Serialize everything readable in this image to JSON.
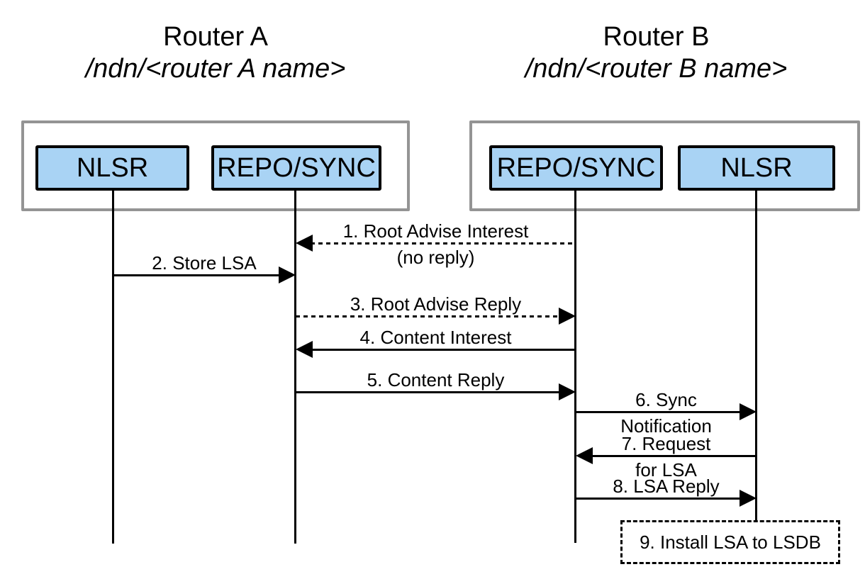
{
  "diagram": {
    "routers": [
      {
        "title": "Router A",
        "prefix": "/ndn/<router A name>",
        "components": [
          "NLSR",
          "REPO/SYNC"
        ]
      },
      {
        "title": "Router B",
        "prefix": "/ndn/<router B name>",
        "components": [
          "REPO/SYNC",
          "NLSR"
        ]
      }
    ],
    "messages": [
      {
        "label": "1. Root Advise Interest",
        "sublabel": "(no reply)",
        "from": "router-b-repo-sync",
        "to": "router-a-repo-sync",
        "line": "dashed",
        "direction": "left"
      },
      {
        "label": "2. Store LSA",
        "from": "router-a-nlsr",
        "to": "router-a-repo-sync",
        "line": "solid",
        "direction": "right"
      },
      {
        "label": "3. Root Advise Reply",
        "from": "router-a-repo-sync",
        "to": "router-b-repo-sync",
        "line": "dashed",
        "direction": "right"
      },
      {
        "label": "4. Content Interest",
        "from": "router-b-repo-sync",
        "to": "router-a-repo-sync",
        "line": "solid",
        "direction": "left"
      },
      {
        "label": "5. Content Reply",
        "from": "router-a-repo-sync",
        "to": "router-b-repo-sync",
        "line": "solid",
        "direction": "right"
      },
      {
        "label": "6. Sync",
        "sublabel": "Notification",
        "from": "router-b-repo-sync",
        "to": "router-b-nlsr",
        "line": "solid",
        "direction": "right"
      },
      {
        "label": "7. Request",
        "sublabel": "for LSA",
        "from": "router-b-nlsr",
        "to": "router-b-repo-sync",
        "line": "solid",
        "direction": "left"
      },
      {
        "label": "8. LSA Reply",
        "from": "router-b-repo-sync",
        "to": "router-b-nlsr",
        "line": "solid",
        "direction": "right"
      }
    ],
    "note": {
      "label": "9. Install LSA to LSDB"
    },
    "colors": {
      "component_fill": "#A9D3F4",
      "component_border": "#000000",
      "boundary_border": "#949494",
      "line_color": "#000000",
      "text_color": "#000000"
    }
  }
}
